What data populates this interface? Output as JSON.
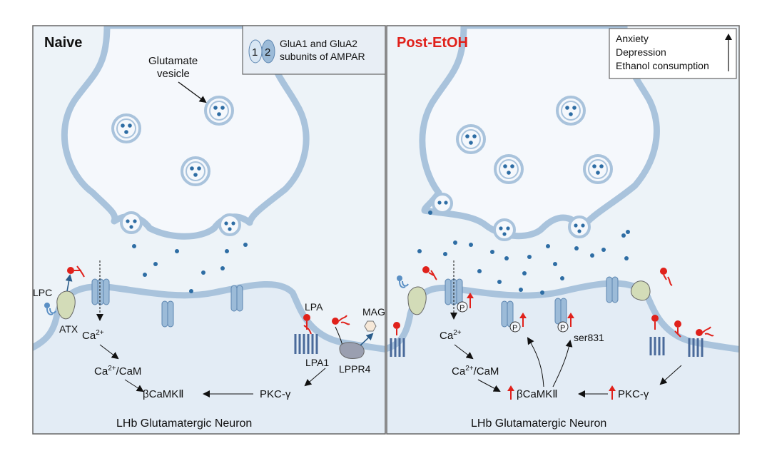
{
  "panels": {
    "naive": {
      "title": "Naive",
      "vesicle_label_1": "Glutamate",
      "vesicle_label_2": "vesicle",
      "lpc": "LPC",
      "atx": "ATX",
      "lpa": "LPA",
      "mag": "MAG",
      "lpa1": "LPA1",
      "lppr4": "LPPR4",
      "ca": "Ca",
      "ca_sup": "2+",
      "ca_cam_prefix": "Ca",
      "ca_cam_sup": "2+",
      "ca_cam_suffix": "/CaM",
      "camk": "βCaMKⅡ",
      "pkc": "PKC-γ",
      "neuron": "LHb Glutamatergic Neuron"
    },
    "post": {
      "title": "Post-EtOH",
      "ca": "Ca",
      "ca_sup": "2+",
      "ca_cam_prefix": "Ca",
      "ca_cam_sup": "2+",
      "ca_cam_suffix": "/CaM",
      "camk": "βCaMKⅡ",
      "pkc": "PKC-γ",
      "ser": "ser831",
      "phospho": "P",
      "neuron": "LHb Glutamatergic Neuron"
    }
  },
  "legend": {
    "sub1": "1",
    "sub2": "2",
    "line1": "GluA1 and GluA2",
    "line2": "subunits of AMPAR"
  },
  "behavior": {
    "items": [
      "Anxiety",
      "Depression",
      "Ethanol consumption"
    ]
  },
  "colors": {
    "panel_bg": "#edf3f8",
    "membrane": "#a9c3dc",
    "receptor": "#9cbbd8",
    "dot": "#2e6da4",
    "red": "#e0211b",
    "gpcr": "#4a6a9a",
    "atx": "#d3dcb8"
  }
}
